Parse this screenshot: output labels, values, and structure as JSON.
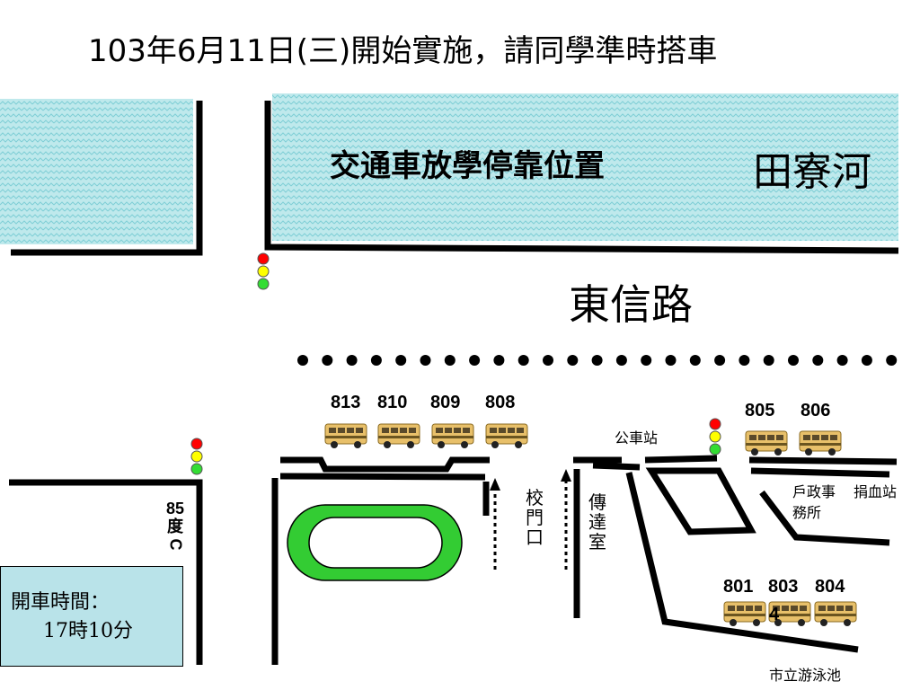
{
  "title": "103年6月11日(三)開始實施，請同學準時搭車",
  "river_label": "田寮河",
  "stop_heading": "交通車放學停靠位置",
  "road_label": "東信路",
  "buses_top_left": [
    "813",
    "810",
    "809",
    "808"
  ],
  "buses_top_right": [
    "805",
    "806"
  ],
  "buses_bottom": [
    "801",
    "803",
    "804"
  ],
  "buses_bottom_extra": "4",
  "bus_stop_label": "公車站",
  "school_gate_label": "校門口",
  "reception_label": "傳達室",
  "household_office_line1": "戶政事",
  "household_office_line2": "務所",
  "blood_station_label": "捐血站",
  "pool_label": "市立游泳池",
  "temperature_value": "85",
  "temperature_unit_char": "度",
  "temperature_unit_symbol": "C",
  "departure_label": "開車時間：",
  "departure_time": "17時10分",
  "colors": {
    "river_fill": "#bfe9ec",
    "river_wave": "#7fcfd6",
    "track_fill": "#33cc33",
    "departure_box": "#b9e3e9",
    "bus_body": "#e8c06a",
    "light_red": "#ff0000",
    "light_yellow": "#ffff00",
    "light_green": "#33dd33"
  }
}
